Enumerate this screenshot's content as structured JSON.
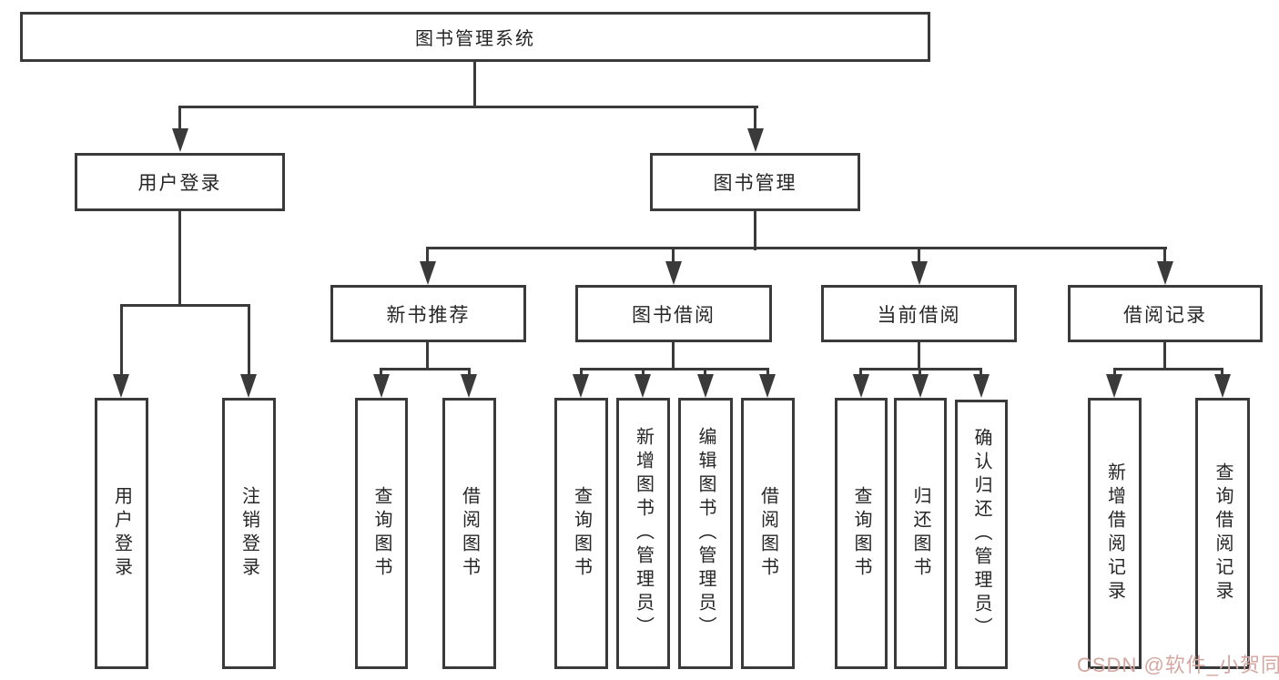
{
  "diagram_title": "图书管理系统",
  "tree": {
    "label": "图书管理系统",
    "children": [
      {
        "label": "用户登录",
        "children": [
          {
            "label": "用户登录"
          },
          {
            "label": "注销登录"
          }
        ]
      },
      {
        "label": "图书管理",
        "children": [
          {
            "label": "新书推荐",
            "children": [
              {
                "label": "查询图书"
              },
              {
                "label": "借阅图书"
              }
            ]
          },
          {
            "label": "图书借阅",
            "children": [
              {
                "label": "查询图书"
              },
              {
                "label": "新增图书（管理员）"
              },
              {
                "label": "编辑图书（管理员）"
              },
              {
                "label": "借阅图书"
              }
            ]
          },
          {
            "label": "当前借阅",
            "children": [
              {
                "label": "查询图书"
              },
              {
                "label": "归还图书"
              },
              {
                "label": "确认归还（管理员）"
              }
            ]
          },
          {
            "label": "借阅记录",
            "children": [
              {
                "label": "新增借阅记录"
              },
              {
                "label": "查询借阅记录"
              }
            ]
          }
        ]
      }
    ]
  },
  "watermark": "CSDN @软件_小贺同学",
  "colors": {
    "line": "#3a3a3a",
    "text": "#262626",
    "watermark": "#d5a7a1",
    "background": "#ffffff"
  }
}
